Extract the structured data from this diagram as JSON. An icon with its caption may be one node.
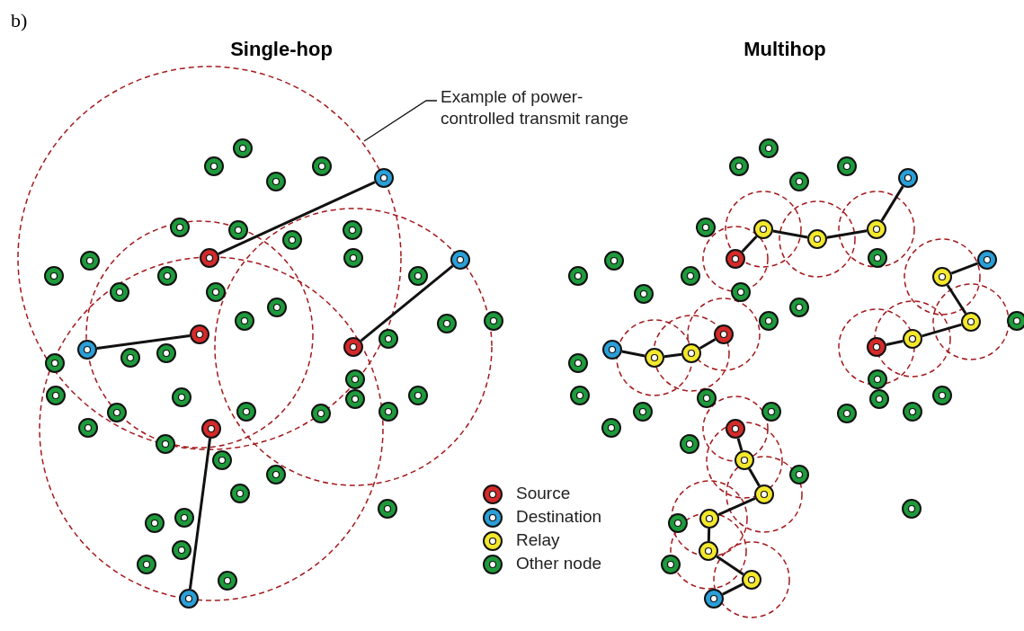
{
  "diagram": {
    "nodes": [
      {
        "text": [
          "Example of power-controlled transmit range"
        ]
      },
      {
        "text": [],
        "shape": "circle"
      },
      {
        "text": [],
        "shape": "circle"
      },
      {
        "text": [],
        "shape": "circle"
      },
      {
        "text": [],
        "shape": "circle"
      },
      {
        "text": [],
        "shape": "circle"
      },
      {
        "text": [],
        "shape": "circle"
      },
      {
        "text": [],
        "shape": "circle"
      },
      {
        "text": [],
        "shape": "circle"
      },
      {
        "text": [],
        "shape": "circle"
      },
      {
        "text": [],
        "shape": "circle"
      },
      {
        "text": [],
        "shape": "circle"
      },
      {
        "text": [],
        "shape": "circle"
      },
      {
        "text": [],
        "shape": "circle"
      },
      {
        "text": [],
        "shape": "circle"
      },
      {
        "text": [],
        "shape": "circle"
      },
      {
        "text": [],
        "shape": "circle"
      },
      {
        "text": [],
        "shape": "circle"
      },
      {
        "text": [],
        "shape": "circle"
      },
      {
        "text": [],
        "shape": "circle"
      },
      {
        "text": [],
        "shape": "circle"
      },
      {
        "text": [],
        "shape": "circle"
      },
      {
        "text": [],
        "shape": "circle"
      },
      {
        "text": [],
        "shape": "circle"
      },
      {
        "text": [],
        "shape": "circle"
      },
      {
        "text": [],
        "shape": "circle"
      },
      {
        "text": [],
        "shape": "circle"
      },
      {
        "text": [],
        "shape": "circle"
      },
      {
        "text": [],
        "shape": "circle"
      },
      {
        "text": [],
        "shape": "circle"
      },
      {
        "text": [],
        "shape": "circle"
      },
      {
        "text": [],
        "shape": "circle"
      },
      {
        "text": [],
        "shape": "circle"
      },
      {
        "text": [],
        "shape": "circle"
      },
      {
        "text": [],
        "shape": "circle"
      },
      {
        "text": [],
        "shape": "circle"
      },
      {
        "text": [],
        "shape": "circle"
      },
      {
        "text": [],
        "shape": "circle"
      },
      {
        "text": [],
        "shape": "circle"
      },
      {
        "text": [],
        "shape": "circle"
      },
      {
        "text": [],
        "shape": "circle"
      },
      {
        "text": [],
        "shape": "circle"
      },
      {
        "text": [],
        "shape": "circle"
      },
      {
        "text": [],
        "shape": "circle"
      },
      {
        "text": [],
        "shape": "circle"
      },
      {
        "text": [],
        "shape": "circle"
      },
      {
        "text": [],
        "shape": "circle"
      },
      {
        "text": [],
        "shape": "circle"
      },
      {
        "text": [],
        "shape": "circle"
      },
      {
        "text": [],
        "shape": "circle"
      },
      {
        "text": [],
        "shape": "circle"
      },
      {
        "text": [],
        "shape": "circle"
      },
      {
        "text": [],
        "shape": "circle"
      },
      {
        "text": [],
        "shape": "circle"
      },
      {
        "text": [],
        "shape": "circle"
      },
      {
        "text": [],
        "shape": "circle"
      },
      {
        "text": [],
        "shape": "circle"
      },
      {
        "text": [],
        "shape": "circle"
      },
      {
        "text": [],
        "shape": "circle"
      },
      {
        "text": [],
        "shape": "circle"
      },
      {
        "text": [],
        "shape": "circle"
      },
      {
        "text": [],
        "shape": "circle"
      },
      {
        "text": [],
        "shape": "circle"
      },
      {
        "text": [],
        "shape": "circle"
      },
      {
        "text": [],
        "shape": "circle"
      },
      {
        "text": [],
        "shape": "circle"
      },
      {
        "text": [],
        "shape": "circle"
      },
      {
        "text": [],
        "shape": "circle"
      },
      {
        "text": [],
        "shape": "circle"
      },
      {
        "text": [],
        "shape": "circle"
      },
      {
        "text": [],
        "shape": "circle"
      },
      {
        "text": [],
        "shape": "circle"
      },
      {
        "text": [],
        "shape": "circle"
      },
      {
        "text": [],
        "shape": "circle"
      },
      {
        "text": [],
        "shape": "circle"
      },
      {
        "text": [],
        "shape": "circle"
      },
      {
        "text": [],
        "shape": "circle"
      },
      {
        "text": [],
        "shape": "circle"
      },
      {
        "text": [],
        "shape": "circle"
      },
      {
        "text": [],
        "shape": "circle"
      },
      {
        "text": [],
        "shape": "circle"
      },
      {
        "text": [],
        "shape": "circle"
      },
      {
        "text": [],
        "shape": "circle"
      },
      {
        "text": [],
        "shape": "circle"
      },
      {
        "text": [],
        "shape": "circle"
      },
      {
        "text": [],
        "shape": "circle"
      },
      {
        "text": [],
        "shape": "circle"
      },
      {
        "text": [],
        "shape": "circle"
      },
      {
        "text": [],
        "shape": "circle"
      },
      {
        "text": [],
        "shape": "circle"
      },
      {
        "text": [],
        "shape": "circle"
      },
      {
        "text": [],
        "shape": "circle"
      },
      {
        "text": [],
        "shape": "circle"
      },
      {
        "text": [],
        "shape": "circle"
      },
      {
        "text": [],
        "shape": "circle"
      },
      {
        "text": [],
        "shape": "circle"
      },
      {
        "text": [],
        "shape": "circle"
      },
      {
        "text": [],
        "shape": "circle"
      },
      {
        "text": [],
        "shape": "circle"
      },
      {
        "text": [],
        "shape": "circle"
      },
      {
        "text": [],
        "shape": "circle"
      },
      {
        "text": [],
        "shape": "circle"
      },
      {
        "text": [],
        "shape": "circle"
      }
    ],
    "edges": [
      {
        "from": 0,
        "to": null,
        "arrow": "none"
      },
      {
        "from": 1,
        "to": 2,
        "arrow": "none"
      },
      {
        "from": 3,
        "to": 4,
        "arrow": "none"
      },
      {
        "from": 5,
        "to": 6,
        "arrow": "none"
      },
      {
        "from": 7,
        "to": 8,
        "arrow": "none"
      },
      {
        "from": 9,
        "to": 10,
        "arrow": "none"
      },
      {
        "from": 10,
        "to": 11,
        "arrow": "none"
      },
      {
        "from": 11,
        "to": 12,
        "arrow": "none"
      },
      {
        "from": 12,
        "to": 13,
        "arrow": "none"
      },
      {
        "from": 14,
        "to": 15,
        "arrow": "none"
      },
      {
        "from": 15,
        "to": 16,
        "arrow": "none"
      },
      {
        "from": 16,
        "to": 17,
        "arrow": "none"
      },
      {
        "from": 18,
        "to": 19,
        "arrow": "none"
      },
      {
        "from": 19,
        "to": 20,
        "arrow": "none"
      },
      {
        "from": 20,
        "to": 21,
        "arrow": "none"
      },
      {
        "from": 21,
        "to": 22,
        "arrow": "none"
      },
      {
        "from": 23,
        "to": 24,
        "arrow": "none"
      },
      {
        "from": 24,
        "to": 25,
        "arrow": "none"
      },
      {
        "from": 25,
        "to": 26,
        "arrow": "none"
      },
      {
        "from": 26,
        "to": 27,
        "arrow": "none"
      },
      {
        "from": 27,
        "to": 28,
        "arrow": "none"
      },
      {
        "from": 28,
        "to": 29,
        "arrow": "none"
      }
    ],
    "labels": [
      "b)",
      "Single-hop",
      "Multihop"
    ],
    "legend": [
      {
        "text": "Source",
        "color": "#d42a2a"
      },
      {
        "text": "Destination",
        "color": "#2a9fd8"
      },
      {
        "text": "Relay",
        "color": "#f3e82c"
      },
      {
        "text": "Other node",
        "color": "#1e9a3c"
      }
    ]
  }
}
